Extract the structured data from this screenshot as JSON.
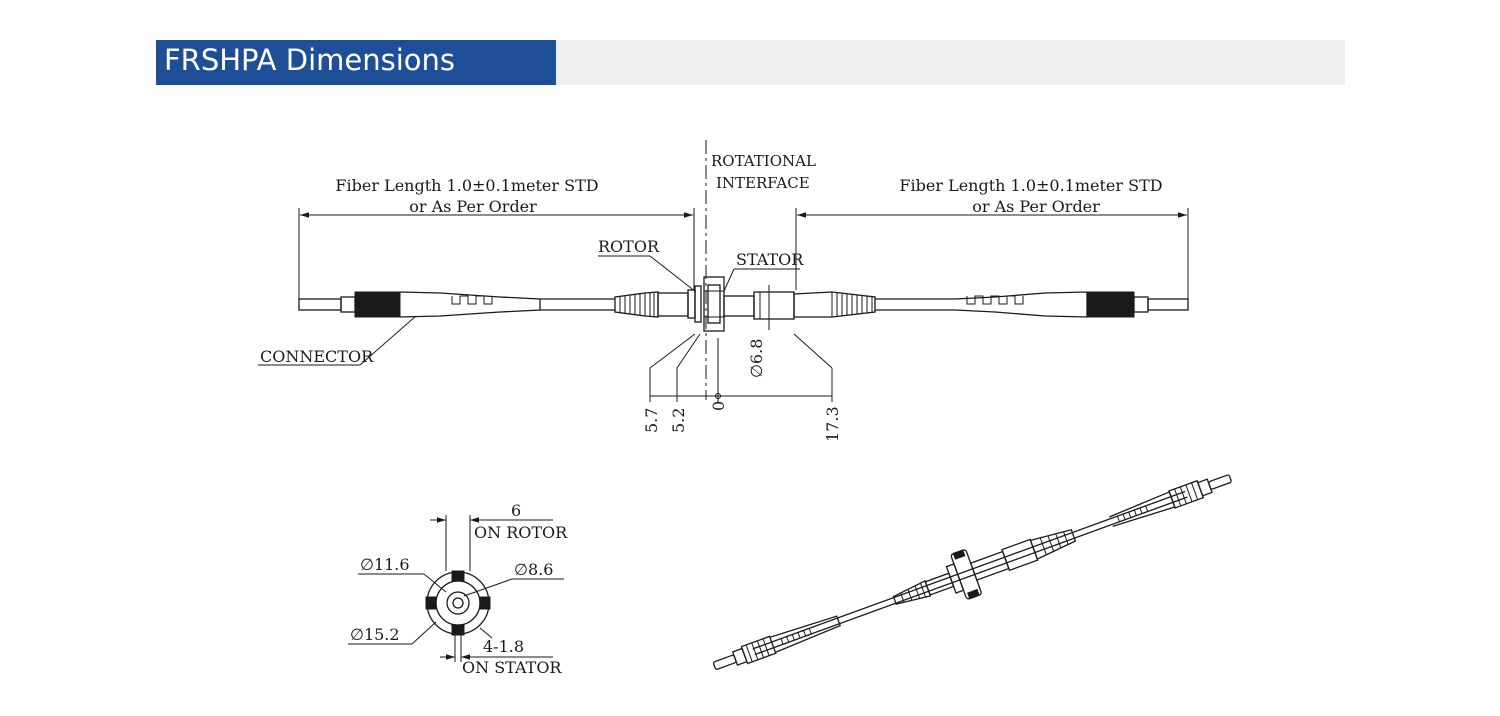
{
  "header": {
    "title": "FRSHPA Dimensions"
  },
  "side_view": {
    "fiber_length_left": {
      "line1": "Fiber Length 1.0±0.1meter STD",
      "line2": "or As Per Order"
    },
    "fiber_length_right": {
      "line1": "Fiber Length 1.0±0.1meter STD",
      "line2": "or As Per Order"
    },
    "rotational_interface": {
      "line1": "ROTATIONAL",
      "line2": "INTERFACE"
    },
    "rotor_label": "ROTOR",
    "stator_label": "STATOR",
    "connector_label": "CONNECTOR",
    "diameter_label": "∅6.8",
    "dimensions": [
      "5.7",
      "5.2",
      "0",
      "17.3"
    ]
  },
  "end_view": {
    "width_value": "6",
    "on_rotor": "ON ROTOR",
    "dia_11_6": "∅11.6",
    "dia_8_6": "∅8.6",
    "dia_15_2": "∅15.2",
    "slot_spec": "4-1.8",
    "on_stator": "ON STATOR"
  }
}
